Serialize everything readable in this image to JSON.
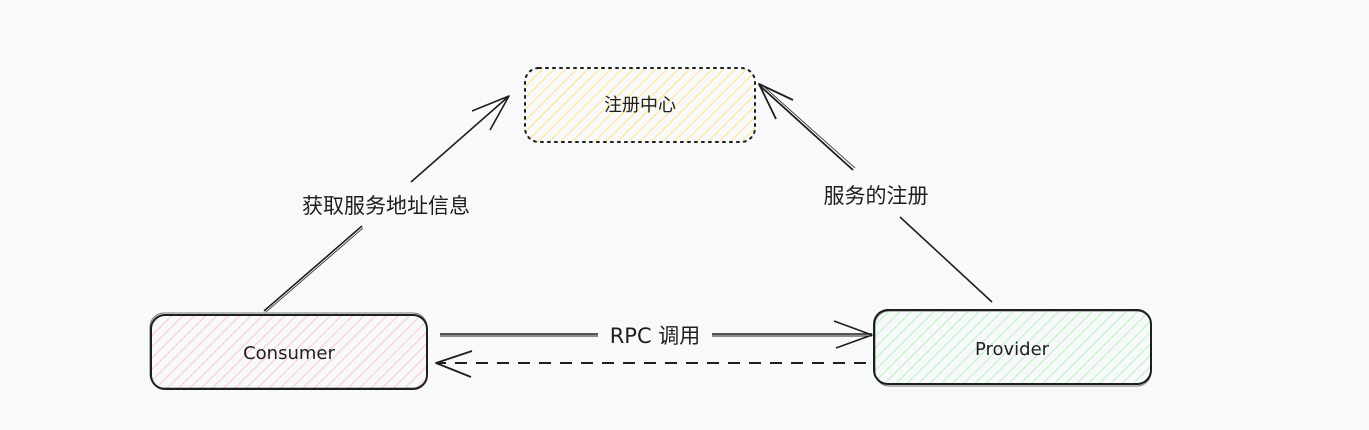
{
  "diagram": {
    "background": "#f8f9fa",
    "nodes": {
      "registry": {
        "label": "注册中心",
        "fill": "#ffec99",
        "border": "dotted"
      },
      "consumer": {
        "label": "Consumer",
        "fill": "#ffc9c9",
        "border": "solid"
      },
      "provider": {
        "label": "Provider",
        "fill": "#b2f2bb",
        "border": "solid"
      }
    },
    "edges": {
      "consumer_to_registry": {
        "label": "获取服务地址信息",
        "from": "consumer",
        "to": "registry",
        "style": "solid"
      },
      "provider_to_registry": {
        "label": "服务的注册",
        "from": "provider",
        "to": "registry",
        "style": "solid"
      },
      "rpc_call": {
        "label": "RPC 调用",
        "from": "consumer",
        "to": "provider",
        "style": "solid"
      },
      "rpc_return": {
        "label": "",
        "from": "provider",
        "to": "consumer",
        "style": "dashed"
      }
    }
  }
}
